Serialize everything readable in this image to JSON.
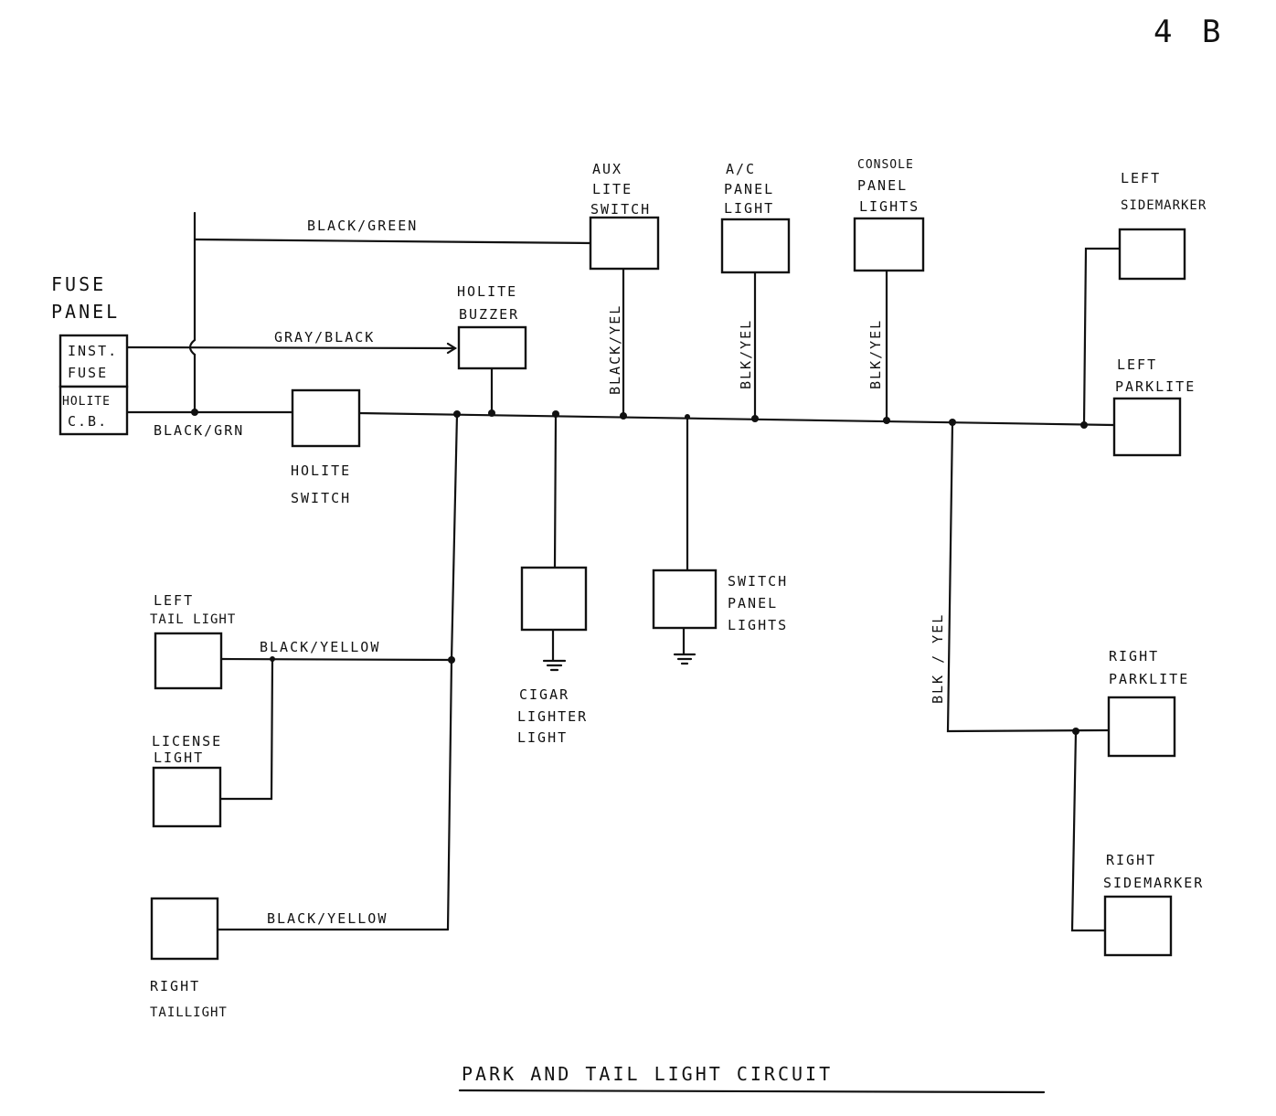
{
  "page_number": "4 B",
  "title": "PARK AND TAIL LIGHT CIRCUIT",
  "fuse_panel": {
    "label_line1": "FUSE",
    "label_line2": "PANEL",
    "inst_fuse_line1": "INST.",
    "inst_fuse_line2": "FUSE",
    "holite_cb_line1": "HOLITE",
    "holite_cb_line2": "C.B."
  },
  "components": {
    "aux_lite_switch": [
      "AUX",
      "LITE",
      "SWITCH"
    ],
    "ac_panel_light": [
      "A/C",
      "PANEL",
      "LIGHT"
    ],
    "console_panel_lights": [
      "CONSOLE",
      "PANEL",
      "LIGHTS"
    ],
    "left_sidemarker": [
      "LEFT",
      "SIDEMARKER"
    ],
    "left_parklite": [
      "LEFT",
      "PARKLITE"
    ],
    "holite_buzzer": [
      "HOLITE",
      "BUZZER"
    ],
    "holite_switch": [
      "HOLITE",
      "SWITCH"
    ],
    "cigar_lighter_light": [
      "CIGAR",
      "LIGHTER",
      "LIGHT"
    ],
    "switch_panel_lights": [
      "SWITCH",
      "PANEL",
      "LIGHTS"
    ],
    "left_tail_light": [
      "LEFT",
      "TAIL LIGHT"
    ],
    "license_light": [
      "LICENSE",
      "LIGHT"
    ],
    "right_tail_light": [
      "RIGHT",
      "TAILLIGHT"
    ],
    "right_parklite": [
      "RIGHT",
      "PARKLITE"
    ],
    "right_sidemarker": [
      "RIGHT",
      "SIDEMARKER"
    ]
  },
  "wires": {
    "black_green_top": "BLACK/GREEN",
    "gray_black": "GRAY/BLACK",
    "black_grn_bottom": "BLACK/GRN",
    "black_yel_aux": "BLACK/YEL",
    "blk_yel_ac": "BLK/YEL",
    "blk_yel_console": "BLK/YEL",
    "blk_yel_right": "BLK / YEL",
    "black_yellow_tail": "BLACK/YELLOW",
    "black_yellow_right_tail": "BLACK/YELLOW"
  }
}
